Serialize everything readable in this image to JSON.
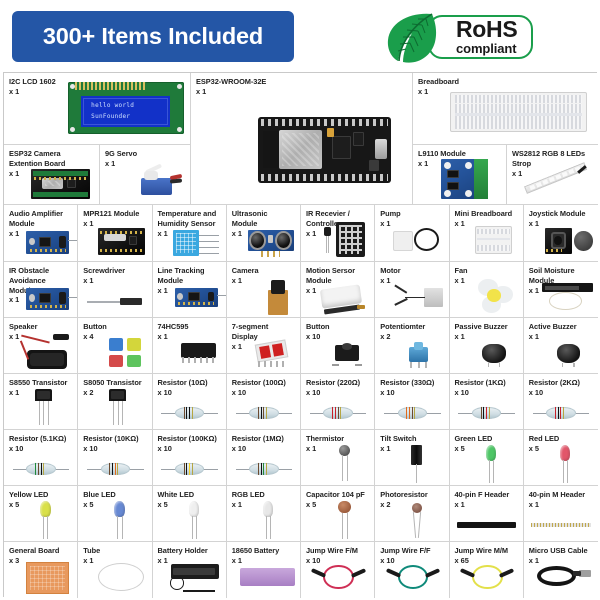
{
  "header": {
    "banner_text": "300+ Items Included",
    "rohs": {
      "main": "RoHS",
      "sub": "compliant",
      "leaf_color": "#1a9e4b"
    }
  },
  "lcd_demo": {
    "line1": "hello world",
    "line2": "SunFounder"
  },
  "items": [
    {
      "name": "I2C LCD 1602",
      "qty": "x 1",
      "art": "lcd1602"
    },
    {
      "name": "ESP32-WROOM-32E",
      "qty": "x 1",
      "art": "esp32"
    },
    {
      "name": "Breadboard",
      "qty": "x 1",
      "art": "breadboard"
    },
    {
      "name": "ESP32 Camera Extention Board",
      "qty": "x 1",
      "art": "cam-ext-board"
    },
    {
      "name": "9G Servo",
      "qty": "x 1",
      "art": "servo"
    },
    {
      "name": "L9110 Module",
      "qty": "x 1",
      "art": "l9110"
    },
    {
      "name": "WS2812 RGB 8 LEDs Strop",
      "qty": "x 1",
      "art": "ws2812"
    },
    {
      "name": "Audio Amplifier Module",
      "qty": "x 1",
      "art": "audio-amp"
    },
    {
      "name": "MPR121 Module",
      "qty": "x 1",
      "art": "mpr121"
    },
    {
      "name": "Temperature and Humidity Sensor",
      "qty": "x 1",
      "art": "dht"
    },
    {
      "name": "Ultrasonic Module",
      "qty": "x 1",
      "art": "ultrasonic"
    },
    {
      "name": "IR Recevier / Controller",
      "qty": "x 1",
      "art": "ir-remote"
    },
    {
      "name": "Pump",
      "qty": "x 1",
      "art": "pump"
    },
    {
      "name": "Mini Breadboard",
      "qty": "x 1",
      "art": "mini-breadboard"
    },
    {
      "name": "Joystick Module",
      "qty": "x 1",
      "art": "joystick"
    },
    {
      "name": "IR Obstacle Avoidance Module",
      "qty": "x 1",
      "art": "ir-obstacle"
    },
    {
      "name": "Screwdriver",
      "qty": "x 1",
      "art": "screwdriver"
    },
    {
      "name": "Line Tracking Module",
      "qty": "x 1",
      "art": "line-tracking"
    },
    {
      "name": "Camera",
      "qty": "x 1",
      "art": "camera"
    },
    {
      "name": "Motion Sersor Module",
      "qty": "x 1",
      "art": "pir"
    },
    {
      "name": "Motor",
      "qty": "x 1",
      "art": "motor"
    },
    {
      "name": "Fan",
      "qty": "x 1",
      "art": "fan"
    },
    {
      "name": "Soil Moisture Module",
      "qty": "x 1",
      "art": "soil"
    },
    {
      "name": "Speaker",
      "qty": "x 1",
      "art": "speaker"
    },
    {
      "name": "Button",
      "qty": "x 4",
      "art": "buttons4"
    },
    {
      "name": "74HC595",
      "qty": "x 1",
      "art": "dip16"
    },
    {
      "name": "7-segment Display",
      "qty": "x 1",
      "art": "sevenseg"
    },
    {
      "name": "Button",
      "qty": "x 10",
      "art": "button-tact"
    },
    {
      "name": "Potentiomter",
      "qty": "x 2",
      "art": "pot"
    },
    {
      "name": "Passive Buzzer",
      "qty": "x 1",
      "art": "buzzer"
    },
    {
      "name": "Active Buzzer",
      "qty": "x 1",
      "art": "buzzer"
    },
    {
      "name": "S8550 Transistor",
      "qty": "x 1",
      "art": "to92"
    },
    {
      "name": "S8050 Transistor",
      "qty": "x 2",
      "art": "to92"
    },
    {
      "name": "Resistor (10Ω)",
      "qty": "x 10",
      "art": "resistor",
      "bands": [
        "#6b4a2f",
        "#111111",
        "#111111",
        "#b5a642"
      ]
    },
    {
      "name": "Resistor (100Ω)",
      "qty": "x 10",
      "art": "resistor",
      "bands": [
        "#6b4a2f",
        "#111111",
        "#6b4a2f",
        "#b5a642"
      ]
    },
    {
      "name": "Resistor (220Ω)",
      "qty": "x 10",
      "art": "resistor",
      "bands": [
        "#c8202a",
        "#c8202a",
        "#6b4a2f",
        "#b5a642"
      ]
    },
    {
      "name": "Resistor (330Ω)",
      "qty": "x 10",
      "art": "resistor",
      "bands": [
        "#e06a1b",
        "#e06a1b",
        "#6b4a2f",
        "#b5a642"
      ]
    },
    {
      "name": "Resistor (1KΩ)",
      "qty": "x 10",
      "art": "resistor",
      "bands": [
        "#6b4a2f",
        "#111111",
        "#c8202a",
        "#b5a642"
      ]
    },
    {
      "name": "Resistor (2KΩ)",
      "qty": "x 10",
      "art": "resistor",
      "bands": [
        "#c8202a",
        "#111111",
        "#c8202a",
        "#b5a642"
      ]
    },
    {
      "name": "Resistor (5.1KΩ)",
      "qty": "x 10",
      "art": "resistor",
      "bands": [
        "#1f8a3a",
        "#6b4a2f",
        "#111111",
        "#b5a642"
      ]
    },
    {
      "name": "Resistor (10KΩ)",
      "qty": "x 10",
      "art": "resistor",
      "bands": [
        "#6b4a2f",
        "#111111",
        "#e06a1b",
        "#b5a642"
      ]
    },
    {
      "name": "Resistor (100KΩ)",
      "qty": "x 10",
      "art": "resistor",
      "bands": [
        "#6b4a2f",
        "#111111",
        "#f5d020",
        "#b5a642"
      ]
    },
    {
      "name": "Resistor (1MΩ)",
      "qty": "x 10",
      "art": "resistor",
      "bands": [
        "#6b4a2f",
        "#111111",
        "#1f8a3a",
        "#b5a642"
      ]
    },
    {
      "name": "Thermistor",
      "qty": "x 1",
      "art": "thermistor"
    },
    {
      "name": "Tilt Switch",
      "qty": "x 1",
      "art": "tilt"
    },
    {
      "name": "Green LED",
      "qty": "x 5",
      "art": "led",
      "color": "#3fc25a"
    },
    {
      "name": "Red LED",
      "qty": "x 5",
      "art": "led",
      "color": "#e0485e"
    },
    {
      "name": "Yellow LED",
      "qty": "x 5",
      "art": "led",
      "color": "#d6de3a"
    },
    {
      "name": "Blue LED",
      "qty": "x 5",
      "art": "led",
      "color": "#5b7fd0"
    },
    {
      "name": "White LED",
      "qty": "x 5",
      "art": "led",
      "color": "#eeeeee"
    },
    {
      "name": "RGB LED",
      "qty": "x 1",
      "art": "led",
      "color": "#e6e6e6"
    },
    {
      "name": "Capacitor 104 pF",
      "qty": "x 5",
      "art": "capacitor"
    },
    {
      "name": "Photoresistor",
      "qty": "x 2",
      "art": "photoresistor"
    },
    {
      "name": "40-pin F Header",
      "qty": "x 1",
      "art": "hdr-female"
    },
    {
      "name": "40-pin M Header",
      "qty": "x 1",
      "art": "hdr-male"
    },
    {
      "name": "General Board",
      "qty": "x 3",
      "art": "general-board"
    },
    {
      "name": "Tube",
      "qty": "x 1",
      "art": "tube"
    },
    {
      "name": "Battery Holder",
      "qty": "x 1",
      "art": "battery-holder"
    },
    {
      "name": "18650 Battery",
      "qty": "x 1",
      "art": "battery"
    },
    {
      "name": "Jump Wire F/M",
      "qty": "x 10",
      "art": "wire",
      "color": "#cf2f55"
    },
    {
      "name": "Jump Wire F/F",
      "qty": "x 10",
      "art": "wire",
      "color": "#0f8a7a"
    },
    {
      "name": "Jump Wire M/M",
      "qty": "x 65",
      "art": "wire",
      "color": "#e3e04a"
    },
    {
      "name": "Micro USB Cable",
      "qty": "x 1",
      "art": "usb-cable"
    }
  ]
}
